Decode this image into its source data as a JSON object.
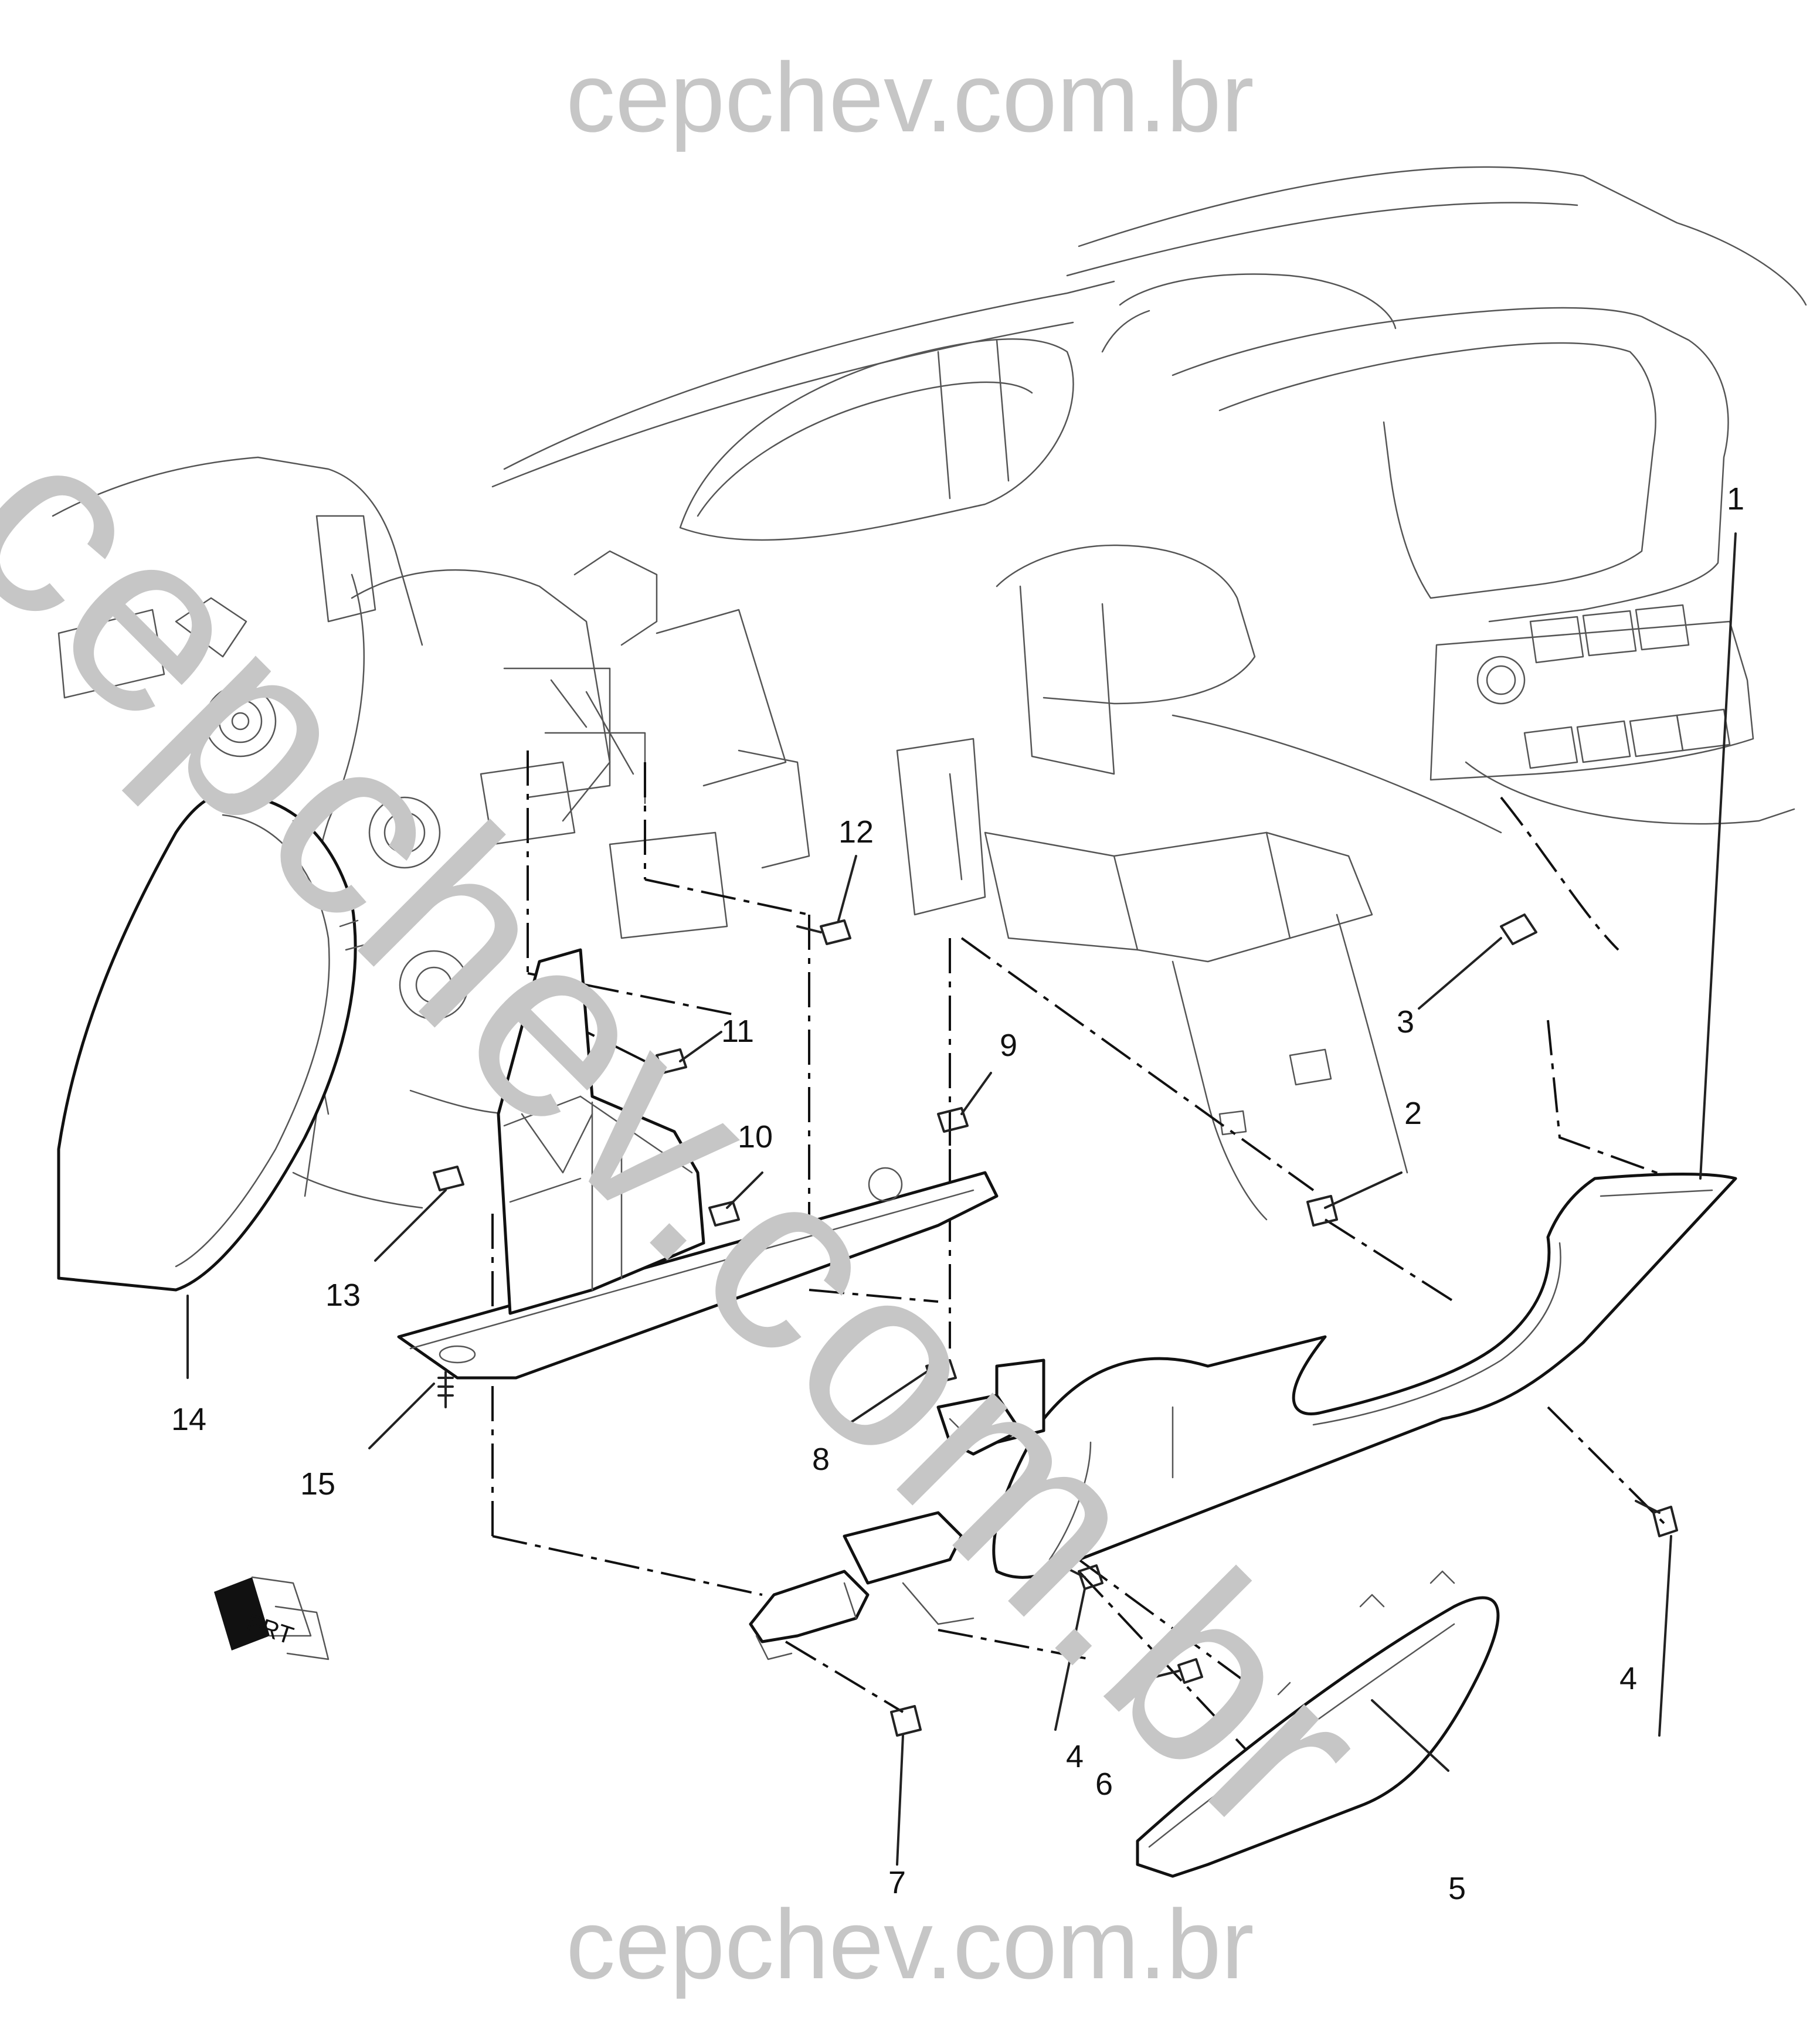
{
  "watermark": {
    "top": "cepchev.com.br",
    "diagonal": "cepchev.com.br",
    "bottom": "cepchev.com.br"
  },
  "orientation_symbol": {
    "label": "FRT"
  },
  "callouts": [
    {
      "id": "c1",
      "label": "1"
    },
    {
      "id": "c2",
      "label": "2"
    },
    {
      "id": "c3",
      "label": "3"
    },
    {
      "id": "c4a",
      "label": "4"
    },
    {
      "id": "c4b",
      "label": "4"
    },
    {
      "id": "c5",
      "label": "5"
    },
    {
      "id": "c6",
      "label": "6"
    },
    {
      "id": "c7",
      "label": "7"
    },
    {
      "id": "c8",
      "label": "8"
    },
    {
      "id": "c9",
      "label": "9"
    },
    {
      "id": "c10",
      "label": "10"
    },
    {
      "id": "c11",
      "label": "11"
    },
    {
      "id": "c12",
      "label": "12"
    },
    {
      "id": "c13",
      "label": "13"
    },
    {
      "id": "c14",
      "label": "14"
    },
    {
      "id": "c15",
      "label": "15"
    }
  ]
}
